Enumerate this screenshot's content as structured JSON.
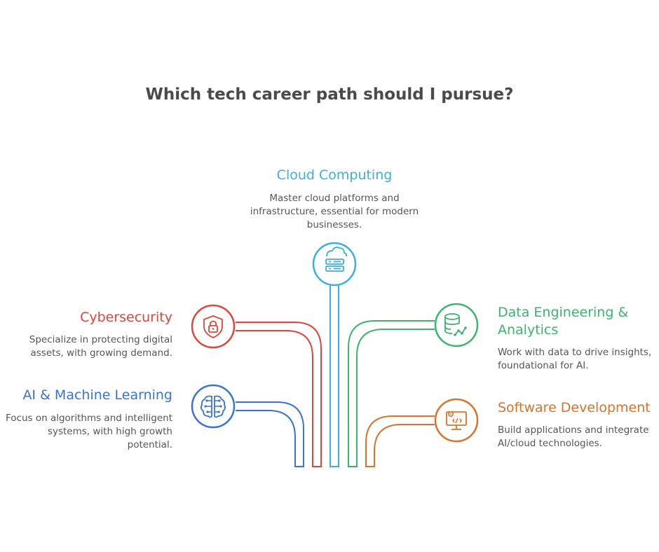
{
  "title": "Which tech career path should I pursue?",
  "colors": {
    "cloud": "#3bb0dc",
    "cyber": "#e0453c",
    "data": "#3db46e",
    "ai": "#3a73d6",
    "software": "#d9732a",
    "title": "#4a4a4a",
    "text": "#555555"
  },
  "paths": {
    "cloud": {
      "label": "Cloud Computing",
      "description": "Master cloud platforms and infrastructure, essential for modern businesses.",
      "icon": "cloud-server-icon"
    },
    "cyber": {
      "label": "Cybersecurity",
      "description": "Specialize in protecting digital assets, with growing demand.",
      "icon": "shield-lock-icon"
    },
    "data": {
      "label": "Data Engineering & Analytics",
      "description": "Work with data to drive insights, foundational for AI.",
      "icon": "database-chart-icon"
    },
    "ai": {
      "label": "AI & Machine Learning",
      "description": "Focus on algorithms and intelligent systems, with high growth potential.",
      "icon": "brain-circuit-icon"
    },
    "software": {
      "label": "Software Development",
      "description": "Build applications and integrate AI/cloud technologies.",
      "icon": "monitor-code-icon"
    }
  }
}
